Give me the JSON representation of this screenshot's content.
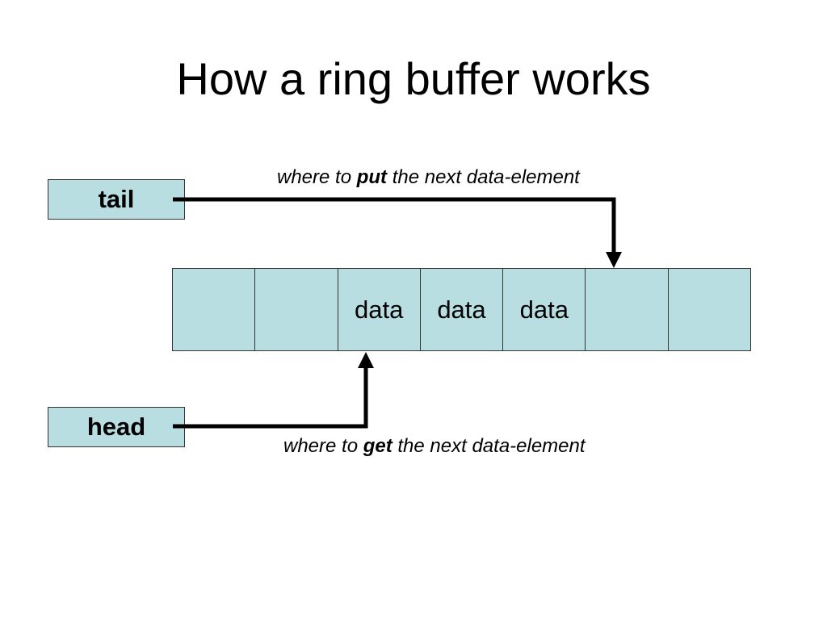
{
  "slide": {
    "title": "How a ring buffer works"
  },
  "pointers": {
    "tail": {
      "label": "tail"
    },
    "head": {
      "label": "head"
    }
  },
  "annotations": {
    "put": {
      "prefix": "where to ",
      "keyword": "put",
      "suffix": " the next data-element"
    },
    "get": {
      "prefix": "where to ",
      "keyword": "get",
      "suffix": " the next data-element"
    }
  },
  "buffer": {
    "slots": [
      "",
      "",
      "data",
      "data",
      "data",
      "",
      ""
    ],
    "fill_color": "#b8dee2",
    "border_color": "#333333"
  },
  "arrow_color": "#000000"
}
